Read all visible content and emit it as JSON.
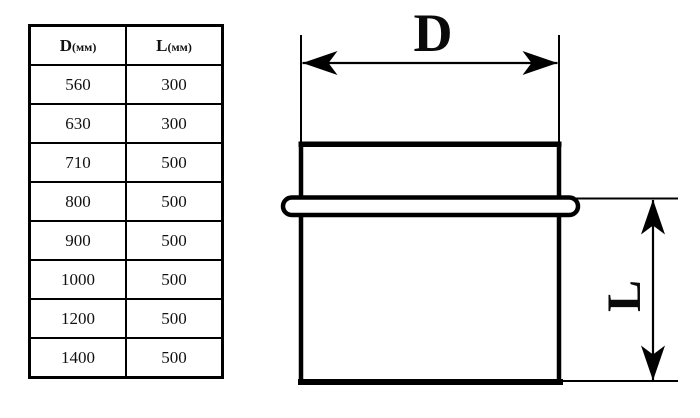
{
  "table": {
    "columns": [
      {
        "letter": "D",
        "unit": "(мм)"
      },
      {
        "letter": "L",
        "unit": "(мм)"
      }
    ],
    "rows": [
      [
        "560",
        "300"
      ],
      [
        "630",
        "300"
      ],
      [
        "710",
        "500"
      ],
      [
        "800",
        "500"
      ],
      [
        "900",
        "500"
      ],
      [
        "1000",
        "500"
      ],
      [
        "1200",
        "500"
      ],
      [
        "1400",
        "500"
      ]
    ]
  },
  "drawing": {
    "diameter_label": "D",
    "length_label": "L",
    "line_color": "#000000",
    "background_color": "#ffffff"
  }
}
